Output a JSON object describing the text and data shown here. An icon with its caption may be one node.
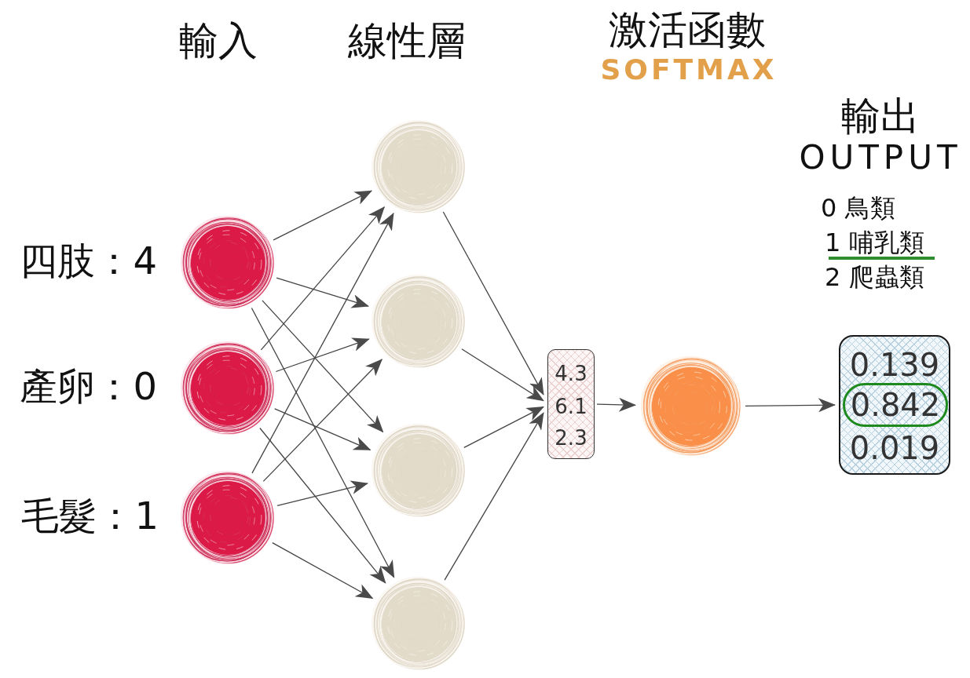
{
  "diagram": {
    "nodes": [
      {
        "text": [],
        "shape": "circle",
        "beside": [
          "四肢：4"
        ]
      },
      {
        "text": [],
        "shape": "circle",
        "beside": [
          "產卵：0"
        ]
      },
      {
        "text": [],
        "shape": "circle",
        "beside": [
          "毛髮：1"
        ]
      },
      {
        "text": [],
        "shape": "circle"
      },
      {
        "text": [],
        "shape": "circle"
      },
      {
        "text": [],
        "shape": "circle"
      },
      {
        "text": [],
        "shape": "circle"
      },
      {
        "text": [
          "4.3",
          "6.1",
          "2.3"
        ]
      },
      {
        "text": [],
        "shape": "circle"
      },
      {
        "text": [
          "0.139",
          "0.019"
        ]
      },
      {
        "text": [
          "0.842"
        ],
        "in": 9
      }
    ],
    "edges": [
      {
        "from": 0,
        "to": 3,
        "arrow": "to"
      },
      {
        "from": 0,
        "to": 4,
        "arrow": "to"
      },
      {
        "from": 0,
        "to": 5,
        "arrow": "to"
      },
      {
        "from": 0,
        "to": 6,
        "arrow": "to"
      },
      {
        "from": 1,
        "to": 3,
        "arrow": "to"
      },
      {
        "from": 1,
        "to": 4,
        "arrow": "to"
      },
      {
        "from": 1,
        "to": 5,
        "arrow": "to"
      },
      {
        "from": 1,
        "to": 6,
        "arrow": "to"
      },
      {
        "from": 2,
        "to": 3,
        "arrow": "to"
      },
      {
        "from": 2,
        "to": 4,
        "arrow": "to"
      },
      {
        "from": 2,
        "to": 5,
        "arrow": "to"
      },
      {
        "from": 2,
        "to": 6,
        "arrow": "to"
      },
      {
        "from": 3,
        "to": 7,
        "arrow": "to"
      },
      {
        "from": 4,
        "to": 7,
        "arrow": "to"
      },
      {
        "from": 5,
        "to": 7,
        "arrow": "to"
      },
      {
        "from": 6,
        "to": 7,
        "arrow": "to"
      },
      {
        "from": 7,
        "to": 8,
        "arrow": "to"
      },
      {
        "from": 8,
        "to": 9,
        "arrow": "to"
      }
    ],
    "labels": [
      "輸入",
      "線性層",
      "激活函數",
      "SOFTMAX",
      "輸出",
      "OUTPUT",
      "0 鳥類",
      "1 哺乳類",
      "2 爬蟲類"
    ]
  }
}
